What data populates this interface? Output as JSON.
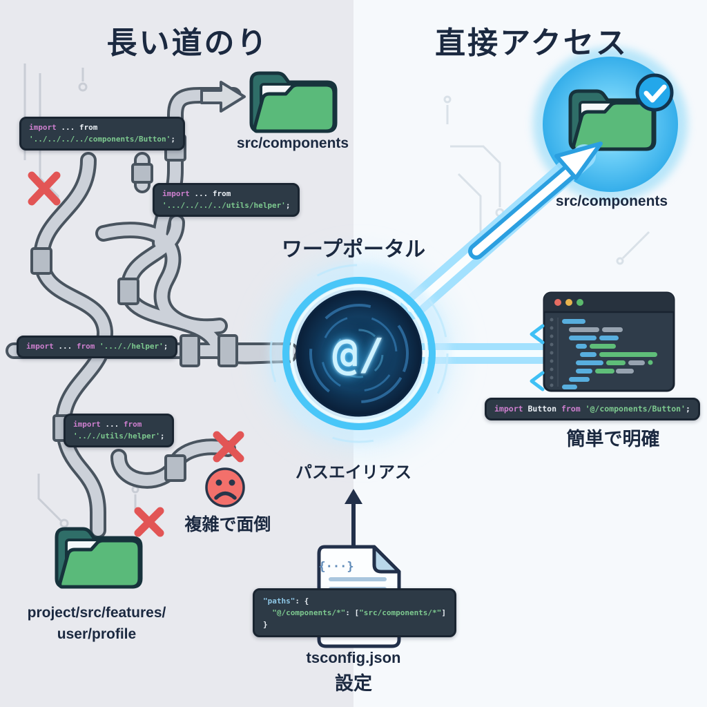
{
  "titles": {
    "left": "長い道のり",
    "right": "直接アクセス"
  },
  "left_panel": {
    "imports": [
      {
        "kw": "import",
        "mid": " ... ",
        "from": "from",
        "path": "'../../../../components/Button'",
        "semi": ";"
      },
      {
        "kw": "import",
        "mid": " ... ",
        "from": "from",
        "path": "'.../../../../utils/helper'",
        "semi": ";"
      },
      {
        "kw": "import",
        "mid": " ... ",
        "from": "from",
        "sp": " ",
        "path": "'..././helper'",
        "semi": ";"
      },
      {
        "kw": "import",
        "mid": " ... ",
        "from": "from",
        "path": "'.././utils/helper'",
        "semi": ";"
      }
    ],
    "folder_top_label": "src/components",
    "folder_bottom_line1": "project/src/features/",
    "folder_bottom_line2": "user/profile",
    "complaint": "複雑で面倒"
  },
  "center": {
    "portal_title": "ワープポータル",
    "portal_symbol": "@/",
    "alias_label": "パスエイリアス",
    "doc_braces": "{···}",
    "tsconfig_code": {
      "l1_key": "\"paths\"",
      "l1_rest": ": {",
      "l2_indent": "  ",
      "l2_key": "\"@/components/*\"",
      "l2_sep": ": [",
      "l2_val": "\"src/components/*\"",
      "l2_close": "]",
      "l3": "}"
    },
    "tsconfig_label": "tsconfig.json",
    "settings_label": "設定"
  },
  "right_panel": {
    "folder_label": "src/components",
    "import_line": {
      "kw": "import",
      "name": " Button ",
      "from": "from",
      "sp": " ",
      "path": "'@/components/Button'",
      "semi": ";"
    },
    "benefit": "簡単で明確"
  },
  "palette": {
    "accent_blue": "#35b5f2",
    "folder_green": "#5aba7a",
    "folder_teal": "#2f6e68",
    "error_red": "#e25555",
    "code_bg": "#2d3a46",
    "keyword_pink": "#cd7fce",
    "string_green": "#7dc98f",
    "json_key_blue": "#8ec7e6",
    "ink": "#1c2a3a"
  }
}
